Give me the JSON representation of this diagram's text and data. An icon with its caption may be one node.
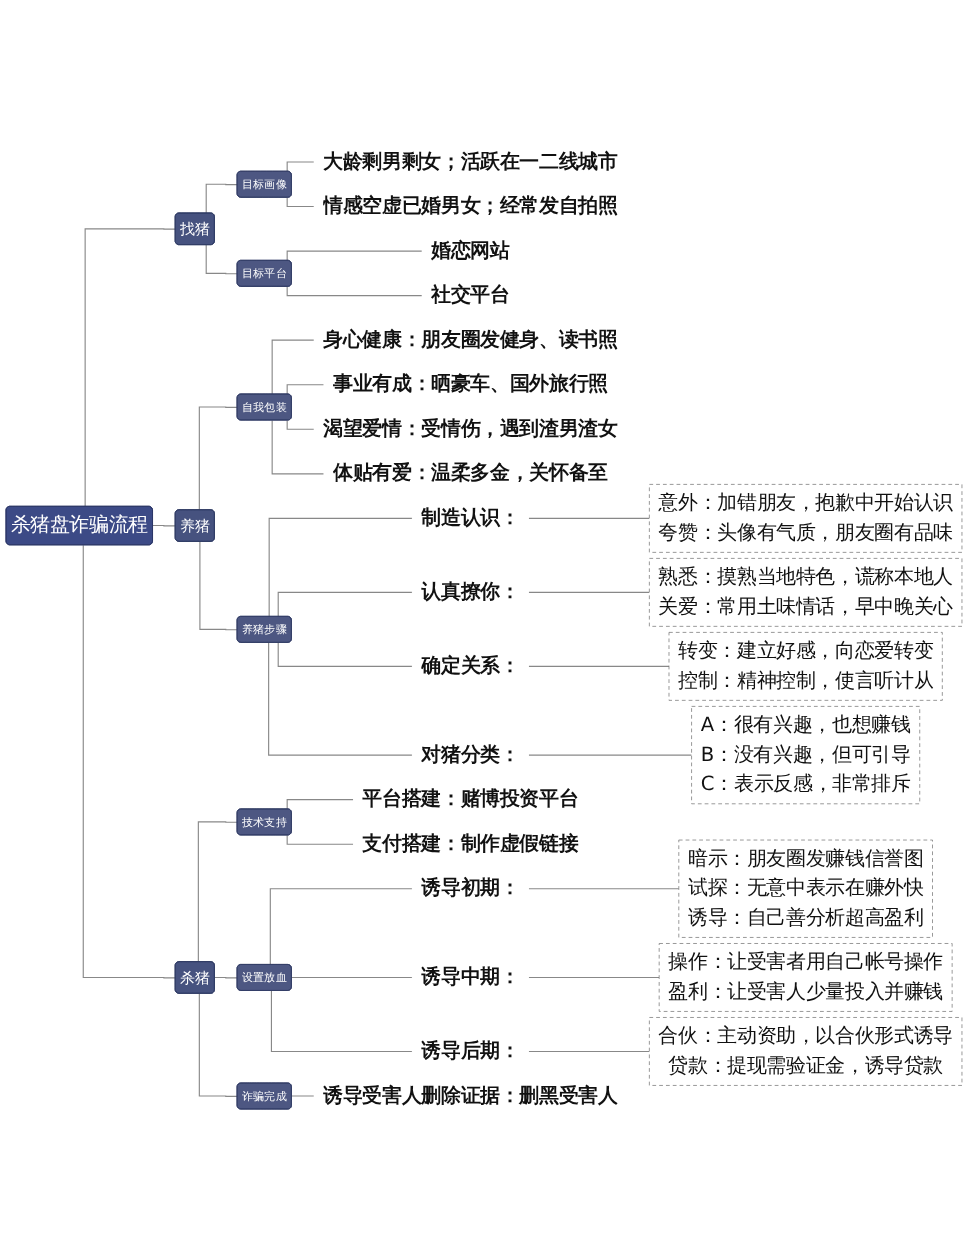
{
  "diagram": {
    "nodes": [
      {
        "text": [
          "杀猪盘诈骗流程"
        ]
      },
      {
        "text": [
          "找猪"
        ]
      },
      {
        "text": [
          "目标画像"
        ]
      },
      {
        "text": [
          "大龄剩男剩女；活跃在一二线城市"
        ]
      },
      {
        "text": [
          "情感空虚已婚男女；经常发自拍照"
        ]
      },
      {
        "text": [
          "目标平台"
        ]
      },
      {
        "text": [
          "婚恋网站"
        ]
      },
      {
        "text": [
          "社交平台"
        ]
      },
      {
        "text": [
          "养猪"
        ]
      },
      {
        "text": [
          "自我包装"
        ]
      },
      {
        "text": [
          "身心健康：朋友圈发健身、读书照"
        ]
      },
      {
        "text": [
          "事业有成：晒豪车、国外旅行照"
        ]
      },
      {
        "text": [
          "渴望爱情：受情伤，遇到渣男渣女"
        ]
      },
      {
        "text": [
          "体贴有爱：温柔多金，关怀备至"
        ]
      },
      {
        "text": [
          "养猪步骤"
        ]
      },
      {
        "text": [
          "制造认识："
        ]
      },
      {
        "text": [
          "意外：加错朋友，抱歉中开始认识",
          "夸赞：头像有气质，朋友圈有品味"
        ]
      },
      {
        "text": [
          "认真撩你："
        ]
      },
      {
        "text": [
          "熟悉：摸熟当地特色，谎称本地人",
          "关爱：常用土味情话，早中晚关心"
        ]
      },
      {
        "text": [
          "确定关系："
        ]
      },
      {
        "text": [
          "转变：建立好感，向恋爱转变",
          "控制：精神控制，使言听计从"
        ]
      },
      {
        "text": [
          "对猪分类："
        ]
      },
      {
        "text": [
          "A：很有兴趣，也想赚钱",
          "B：没有兴趣，但可引导",
          "C：表示反感，非常排斥"
        ]
      },
      {
        "text": [
          "杀猪"
        ]
      },
      {
        "text": [
          "技术支持"
        ]
      },
      {
        "text": [
          "平台搭建：赌博投资平台"
        ]
      },
      {
        "text": [
          "支付搭建：制作虚假链接"
        ]
      },
      {
        "text": [
          "设置放血"
        ]
      },
      {
        "text": [
          "诱导初期："
        ]
      },
      {
        "text": [
          "暗示：朋友圈发赚钱信誉图",
          "试探：无意中表示在赚外快",
          "诱导：自己善分析超高盈利"
        ]
      },
      {
        "text": [
          "诱导中期："
        ]
      },
      {
        "text": [
          "操作：让受害者用自己帐号操作",
          "盈利：让受害人少量投入并赚钱"
        ]
      },
      {
        "text": [
          "诱导后期："
        ]
      },
      {
        "text": [
          "合伙：主动资助，以合伙形式诱导",
          "贷款：提现需验证金，诱导贷款"
        ]
      },
      {
        "text": [
          "诈骗完成"
        ]
      },
      {
        "text": [
          "诱导受害人删除证据：删黑受害人"
        ]
      }
    ],
    "edges": [
      {
        "from": 0,
        "to": 1,
        "arrow": "none"
      },
      {
        "from": 1,
        "to": 2,
        "arrow": "none"
      },
      {
        "from": 2,
        "to": 3,
        "arrow": "none"
      },
      {
        "from": 2,
        "to": 4,
        "arrow": "none"
      },
      {
        "from": 1,
        "to": 5,
        "arrow": "none"
      },
      {
        "from": 5,
        "to": 6,
        "arrow": "none"
      },
      {
        "from": 5,
        "to": 7,
        "arrow": "none"
      },
      {
        "from": 0,
        "to": 8,
        "arrow": "none"
      },
      {
        "from": 8,
        "to": 9,
        "arrow": "none"
      },
      {
        "from": 9,
        "to": 10,
        "arrow": "none"
      },
      {
        "from": 9,
        "to": 11,
        "arrow": "none"
      },
      {
        "from": 9,
        "to": 12,
        "arrow": "none"
      },
      {
        "from": 9,
        "to": 13,
        "arrow": "none"
      },
      {
        "from": 8,
        "to": 14,
        "arrow": "none"
      },
      {
        "from": 14,
        "to": 15,
        "arrow": "none"
      },
      {
        "from": 15,
        "to": 16,
        "arrow": "none"
      },
      {
        "from": 14,
        "to": 17,
        "arrow": "none"
      },
      {
        "from": 17,
        "to": 18,
        "arrow": "none"
      },
      {
        "from": 14,
        "to": 19,
        "arrow": "none"
      },
      {
        "from": 19,
        "to": 20,
        "arrow": "none"
      },
      {
        "from": 14,
        "to": 21,
        "arrow": "none"
      },
      {
        "from": 21,
        "to": 22,
        "arrow": "none"
      },
      {
        "from": 0,
        "to": 23,
        "arrow": "none"
      },
      {
        "from": 23,
        "to": 24,
        "arrow": "none"
      },
      {
        "from": 24,
        "to": 25,
        "arrow": "none"
      },
      {
        "from": 24,
        "to": 26,
        "arrow": "none"
      },
      {
        "from": 23,
        "to": 27,
        "arrow": "none"
      },
      {
        "from": 27,
        "to": 28,
        "arrow": "none"
      },
      {
        "from": 28,
        "to": 29,
        "arrow": "none"
      },
      {
        "from": 27,
        "to": 30,
        "arrow": "none"
      },
      {
        "from": 30,
        "to": 31,
        "arrow": "none"
      },
      {
        "from": 27,
        "to": 32,
        "arrow": "none"
      },
      {
        "from": 32,
        "to": 33,
        "arrow": "none"
      },
      {
        "from": 23,
        "to": 34,
        "arrow": "none"
      },
      {
        "from": 34,
        "to": 35,
        "arrow": "none"
      }
    ]
  }
}
